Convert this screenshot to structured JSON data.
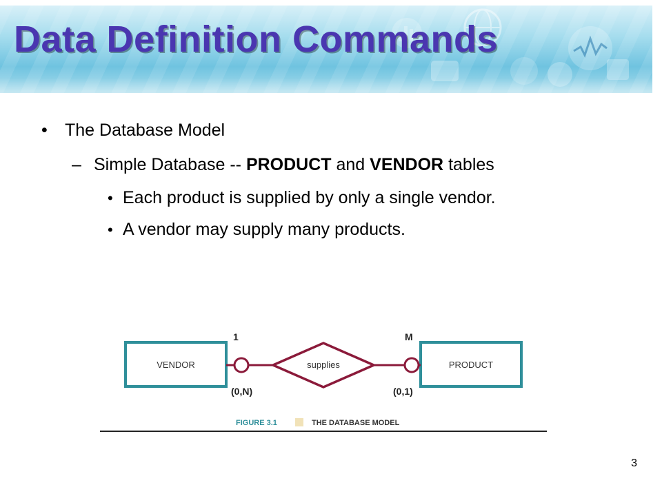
{
  "slide": {
    "title": "Data Definition Commands",
    "page_number": "3"
  },
  "bullets": {
    "level1": {
      "marker": "•",
      "text": "The Database Model"
    },
    "level2": {
      "marker": "–",
      "text_before": "Simple Database -- ",
      "bold1": "PRODUCT",
      "text_middle": " and ",
      "bold2": "VENDOR",
      "text_after": " tables"
    },
    "level3": [
      {
        "marker": "•",
        "text": "Each product is supplied by only a single vendor."
      },
      {
        "marker": "•",
        "text": "A vendor may supply many products."
      }
    ]
  },
  "diagram": {
    "left_entity": "VENDOR",
    "right_entity": "PRODUCT",
    "relationship": "supplies",
    "left_cardinality": "1",
    "right_cardinality": "M",
    "left_participation": "(0,N)",
    "right_participation": "(0,1)",
    "caption_label": "FIGURE 3.1",
    "caption_text": "THE DATABASE MODEL",
    "colors": {
      "entity_border": "#2f8f9a",
      "relationship": "#8b1a3a",
      "caption_label": "#2f8f9a",
      "caption_swatch": "#f1e2b8"
    }
  },
  "header": {
    "colors": {
      "title": "#4a36b0",
      "band": "#8fd3ea"
    },
    "decorative_icons": [
      "chart-icon",
      "globe-icon",
      "tablet-icon",
      "waveform-icon",
      "lightbulb-icon"
    ]
  }
}
